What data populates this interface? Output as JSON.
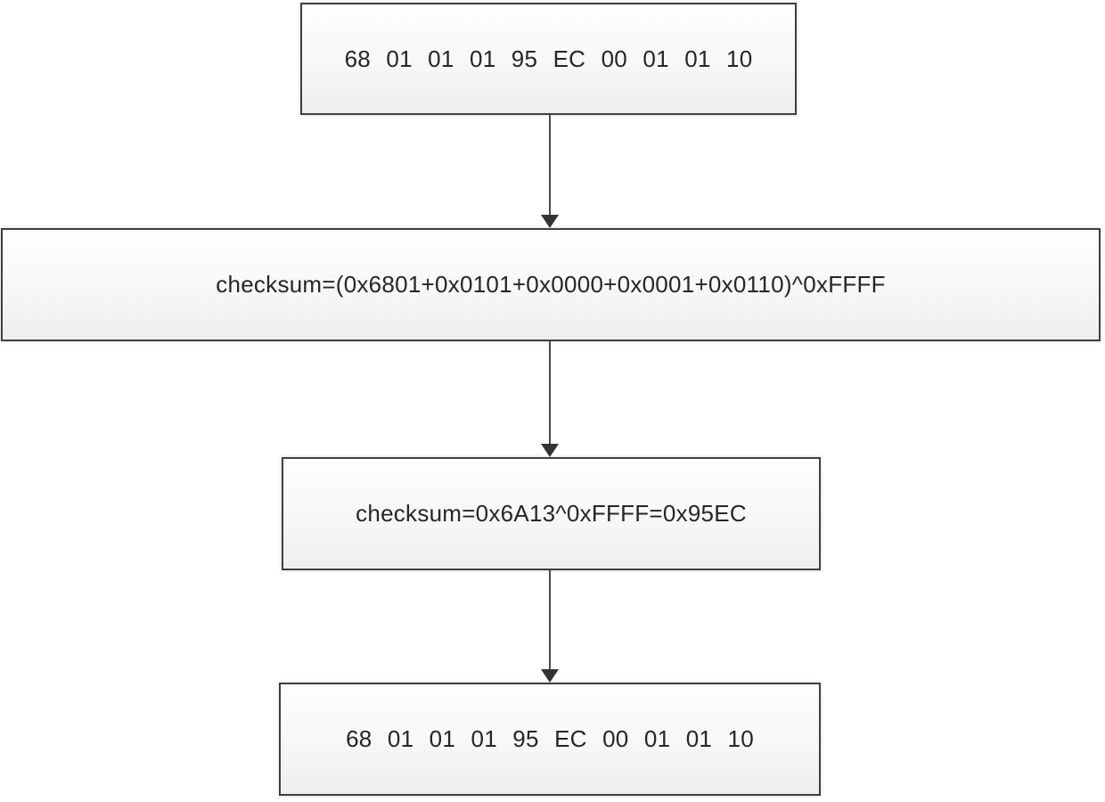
{
  "diagram": {
    "type": "flowchart",
    "subject": "checksum calculation of a hex data frame",
    "background": "#ffffff",
    "colors": {
      "node_border": "#3f3f3f",
      "node_fill_top": "#fefefe",
      "node_fill_bottom": "#eeeeee",
      "arrow": "#3a3a3a",
      "text": "#262626"
    },
    "nodes": [
      {
        "id": "frame-top",
        "label": "68 01 01 01 95 EC 00 01 01 10"
      },
      {
        "id": "checksum-formula",
        "label": "checksum=(0x6801+0x0101+0x0000+0x0001+0x0110)^0xFFFF"
      },
      {
        "id": "checksum-result",
        "label": "checksum=0x6A13^0xFFFF=0x95EC"
      },
      {
        "id": "frame-bottom",
        "label": "68 01 01 01 95 EC 00 01 01 10"
      }
    ],
    "edges": [
      {
        "from": "frame-top",
        "to": "checksum-formula",
        "direction": "down"
      },
      {
        "from": "checksum-formula",
        "to": "checksum-result",
        "direction": "down"
      },
      {
        "from": "checksum-result",
        "to": "frame-bottom",
        "direction": "down"
      }
    ]
  }
}
